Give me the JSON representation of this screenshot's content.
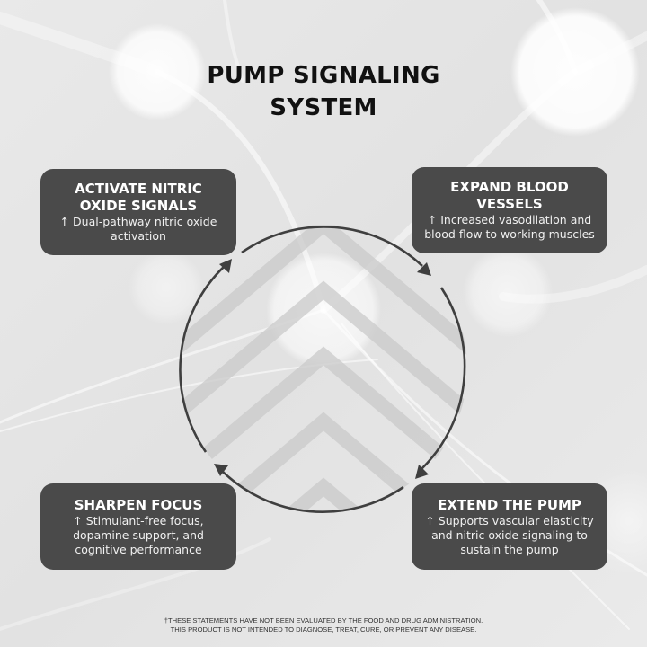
{
  "title": {
    "line1": "PUMP SIGNALING",
    "line2": "SYSTEM"
  },
  "steps": [
    {
      "position": "top-left",
      "heading_line1": "ACTIVATE NITRIC",
      "heading_line2": "OXIDE SIGNALS",
      "description_line1": "↑ Dual-pathway nitric oxide",
      "description_line2": "activation",
      "description_line3": ""
    },
    {
      "position": "top-right",
      "heading_line1": "EXPAND BLOOD",
      "heading_line2": "VESSELS",
      "description_line1": "↑ Increased vasodilation and",
      "description_line2": "blood flow to working muscles",
      "description_line3": ""
    },
    {
      "position": "bottom-right",
      "heading_line1": "EXTEND THE PUMP",
      "heading_line2": "",
      "description_line1": "↑ Supports vascular elasticity",
      "description_line2": "and nitric oxide signaling to",
      "description_line3": "sustain the pump"
    },
    {
      "position": "bottom-left",
      "heading_line1": "SHARPEN FOCUS",
      "heading_line2": "",
      "description_line1": "↑ Stimulant-free focus,",
      "description_line2": "dopamine support, and",
      "description_line3": "cognitive performance"
    }
  ],
  "cycle": {
    "direction": "clockwise",
    "center_icon": "upward-chevrons-icon"
  },
  "disclaimer": {
    "line1": "†THESE STATEMENTS HAVE NOT BEEN EVALUATED BY THE FOOD AND DRUG ADMINISTRATION.",
    "line2": "THIS PRODUCT IS NOT INTENDED TO DIAGNOSE, TREAT, CURE, OR PREVENT ANY DISEASE."
  },
  "colors": {
    "box_fill": "#4a4a4a",
    "box_text": "#ffffff",
    "title_text": "#111111",
    "arrow": "#3f3f3f",
    "chevron": "#cfcfcf",
    "background": "#e6e6e6"
  }
}
